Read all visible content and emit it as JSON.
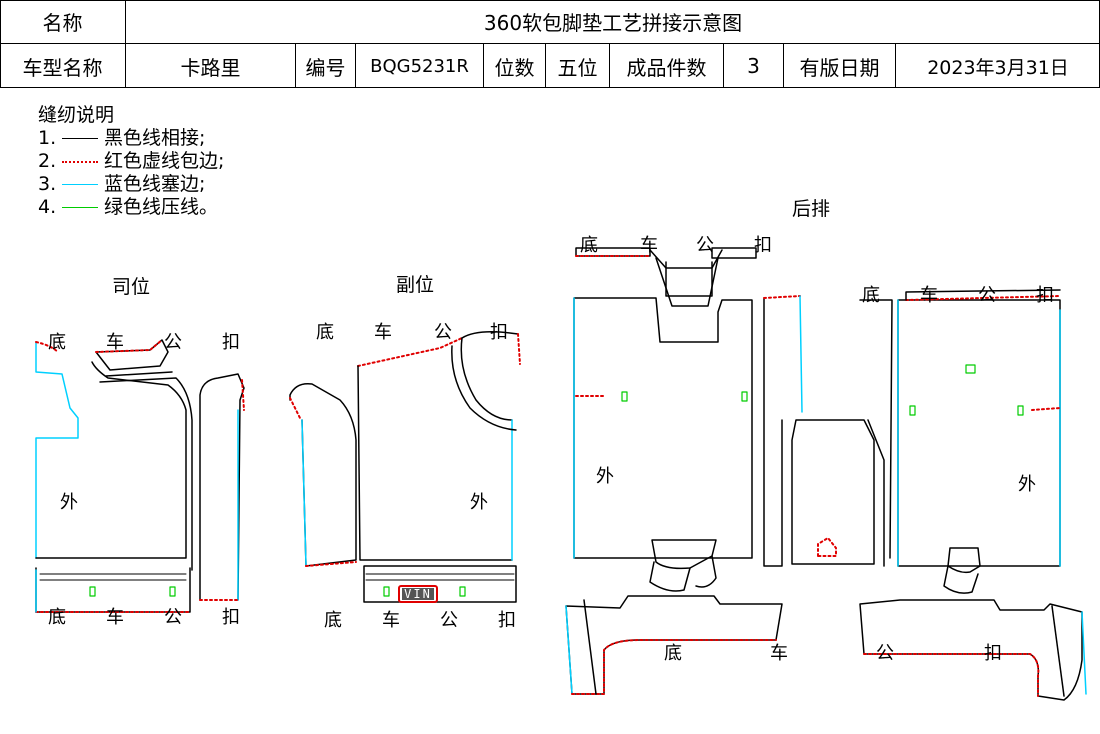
{
  "header": {
    "name_label": "名称",
    "title": "360软包脚垫工艺拼接示意图",
    "model_label": "车型名称",
    "model_value": "卡路里",
    "code_label": "编号",
    "code_value": "BQG5231R",
    "seat_label": "位数",
    "seat_value": "五位",
    "pieces_label": "成品件数",
    "pieces_value": "3",
    "date_label": "有版日期",
    "date_value": "2023年3月31日"
  },
  "notes": {
    "title": "缝纫说明",
    "items": [
      {
        "num": "1.",
        "text": "黑色线相接;",
        "color": "#000000",
        "style": "solid"
      },
      {
        "num": "2.",
        "text": "红色虚线包边;",
        "color": "#e00000",
        "style": "dotted"
      },
      {
        "num": "3.",
        "text": "蓝色线塞边;",
        "color": "#00d0ff",
        "style": "solid"
      },
      {
        "num": "4.",
        "text": "绿色线压线。",
        "color": "#00cc00",
        "style": "solid"
      }
    ]
  },
  "sections": {
    "driver": "司位",
    "passenger": "副位",
    "rear": "后排"
  },
  "labels": {
    "bottom": "底",
    "car": "车",
    "gong": "公",
    "buckle": "扣",
    "outer": "外",
    "vin": "VIN"
  },
  "colors": {
    "black": "#000000",
    "red": "#e00000",
    "blue": "#00d0ff",
    "green": "#00cc00"
  }
}
